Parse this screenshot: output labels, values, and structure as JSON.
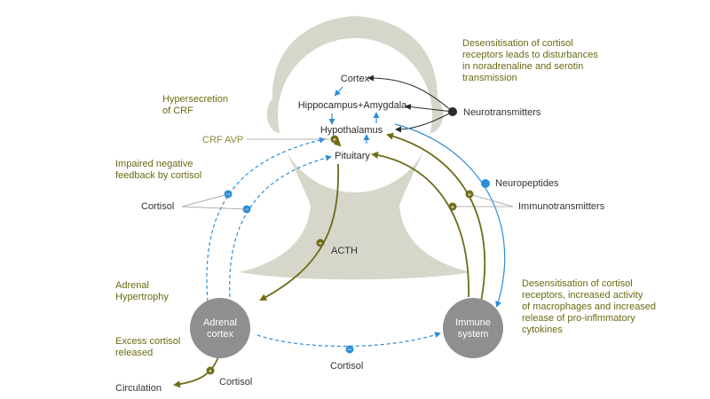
{
  "colors": {
    "olive": "#6f6b17",
    "blue": "#2d8ed8",
    "dark": "#2a2a2a",
    "head": "#d7d6ca",
    "node": "#8f8f8f",
    "text_olive": "#6b6a13"
  },
  "brain": {
    "cortex": "Cortex",
    "hippocampus_amygdala": "Hippocampus+Amygdala",
    "hypothalamus": "Hypothalamus",
    "pituitary": "Pituitary"
  },
  "nodes": {
    "adrenal_line1": "Adrenal",
    "adrenal_line2": "cortex",
    "immune_line1": "Immune",
    "immune_line2": "system"
  },
  "labels": {
    "neurotransmitters": "Neurotransmitters",
    "neuropeptides": "Neuropeptides",
    "immunotransmitters": "Immunotransmitters",
    "cortisol_left": "Cortisol",
    "cortisol_bottom": "Cortisol",
    "cortisol_circulation": "Cortisol",
    "circulation": "Circulation",
    "acth": "ACTH",
    "crf_avp": "CRF AVP"
  },
  "annotations": {
    "desens_top": [
      "Desensitisation of cortisol",
      "receptors leads to disturbances",
      "in noradrenaline and serotin",
      "transmission"
    ],
    "hypersecretion": [
      "Hypersecretion",
      "of CRF"
    ],
    "impaired": [
      "Impaired negative",
      "feedback by cortisol"
    ],
    "adrenal_hyper": [
      "Adrenal",
      "Hypertrophy"
    ],
    "excess": [
      "Excess cortisol",
      "released"
    ],
    "desens_bottom": [
      "Desensitisation of cortisol",
      "receptors, increased activity",
      "of macrophages and increased",
      "release of pro-inflmmatory",
      "cytokines"
    ]
  }
}
